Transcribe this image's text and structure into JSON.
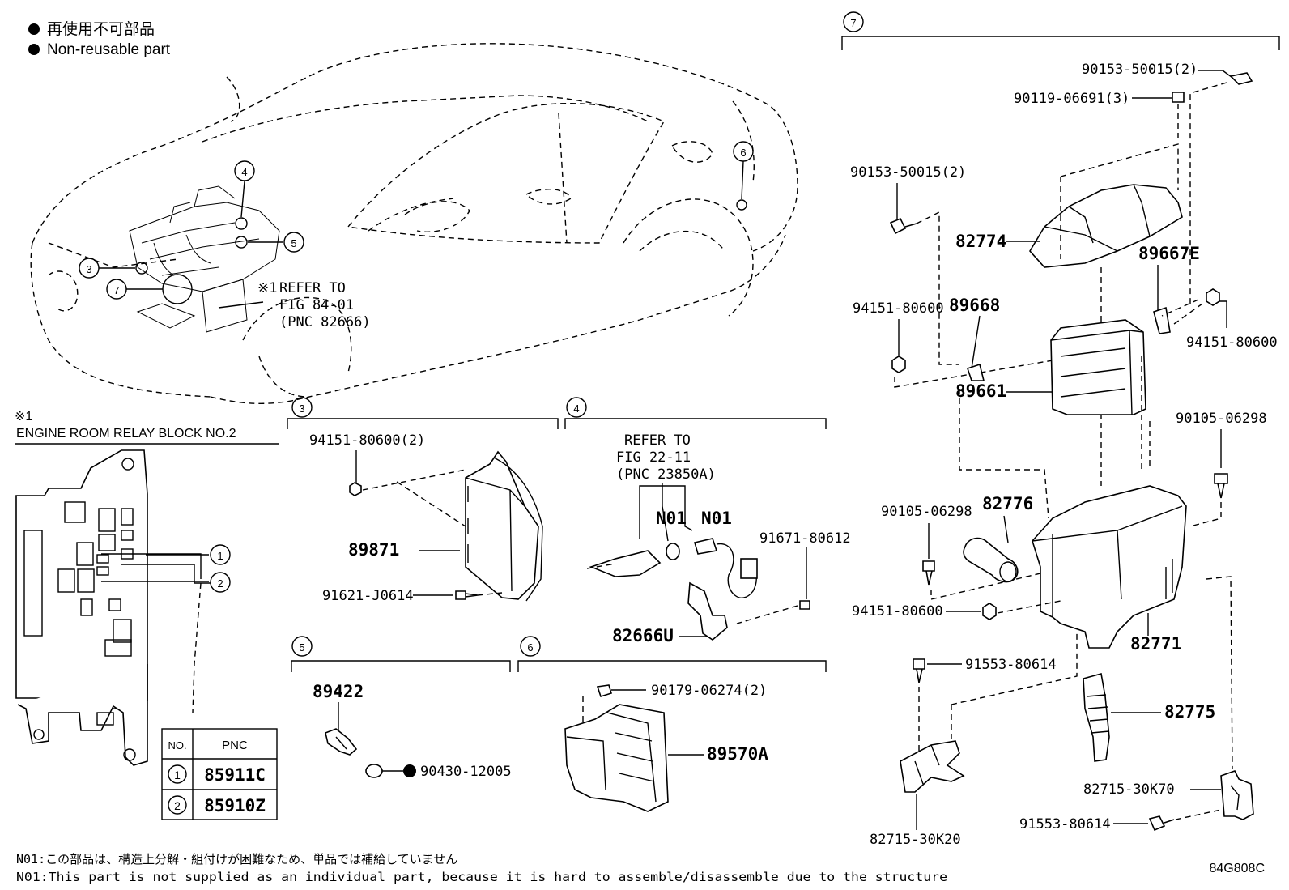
{
  "legend": {
    "jp": "再使用不可部品",
    "en": "Non-reusable part"
  },
  "callout": {
    "mark": "※1",
    "refer_lines": [
      "REFER TO",
      "FIG 84-01",
      "(PNC 82666)"
    ]
  },
  "relay_block": {
    "mark": "※1",
    "title": "ENGINE ROOM RELAY BLOCK  NO.2"
  },
  "pnc_table": {
    "headers": [
      "NO.",
      "PNC"
    ],
    "rows": [
      {
        "no": "1",
        "pnc": "85911C"
      },
      {
        "no": "2",
        "pnc": "85910Z"
      }
    ]
  },
  "location_markers": [
    "1",
    "2",
    "3",
    "4",
    "5",
    "6",
    "7"
  ],
  "section3": {
    "marker": "3",
    "labels": [
      "94151-80600(2)",
      "89871",
      "91621-J0614"
    ]
  },
  "section4": {
    "marker": "4",
    "refer_lines": [
      "REFER TO",
      "FIG 22-11",
      "(PNC 23850A)"
    ],
    "labels": [
      "N01",
      "N01",
      "91671-80612",
      "82666U"
    ]
  },
  "section5": {
    "marker": "5",
    "labels": [
      "89422",
      "90430-12005"
    ]
  },
  "section6": {
    "marker": "6",
    "labels": [
      "90179-06274(2)",
      "89570A"
    ]
  },
  "section7": {
    "marker": "7",
    "labels": [
      "90153-50015(2)",
      "90119-06691(3)",
      "90153-50015(2)",
      "82774",
      "89667E",
      "94151-80600",
      "89668",
      "94151-80600",
      "89661",
      "90105-06298",
      "90105-06298",
      "82776",
      "94151-80600",
      "82771",
      "91553-80614",
      "82775",
      "82715-30K70",
      "91553-80614",
      "82715-30K20"
    ]
  },
  "notes": {
    "jp": "N01:この部品は、構造上分解・組付けが困難なため、単品では補給していません",
    "en": "N01:This part is not supplied as an individual part, because it is hard to assemble/disassemble due to the structure"
  },
  "figure_code": "84G808C"
}
